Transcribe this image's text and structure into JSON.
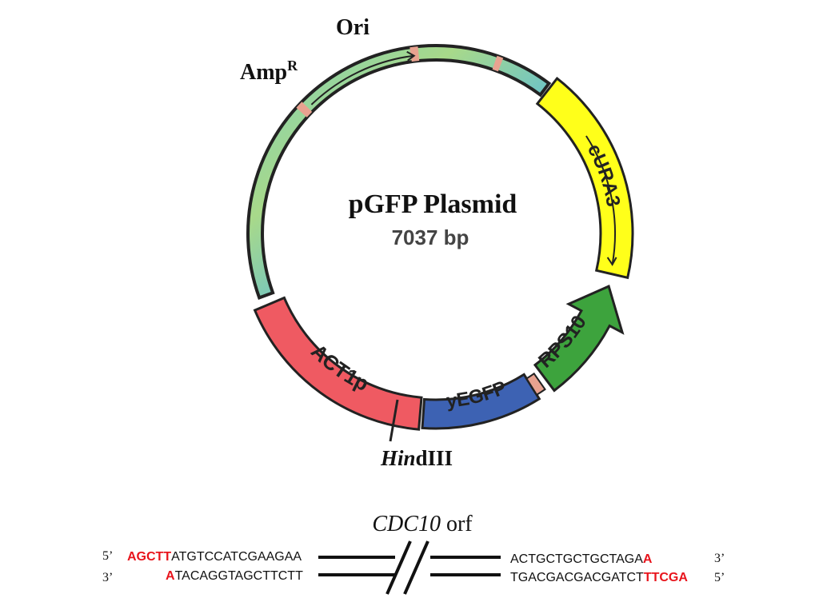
{
  "plasmid": {
    "name": "pGFP Plasmid",
    "size": "7037 bp",
    "labels": {
      "ori": "Ori",
      "amp": "Amp",
      "amp_superscript": "R",
      "hind_italic": "Hin",
      "hind_rest": "dIII"
    },
    "segments": [
      {
        "id": "curA3",
        "label": "cURA3",
        "color": "#ffff1a"
      },
      {
        "id": "rps10",
        "label": "RPS10",
        "color": "#3da33d"
      },
      {
        "id": "yegfp",
        "label": "yEGFP",
        "color": "#3d62b3"
      },
      {
        "id": "act1p",
        "label": "ACT1p",
        "color": "#ef5a62"
      }
    ],
    "backbone_color": "#8fd4b0",
    "pink_accent": "#e8a290"
  },
  "orf": {
    "title_italic": "CDC10",
    "title_rest": " orf",
    "left": {
      "top_end": "5’",
      "bottom_end": "3’",
      "top_highlight": "AGCTT",
      "top_seq": "ATGTCCATCGAAGAA",
      "bottom_highlight": "A",
      "bottom_seq": "TACAGGTAGCTTCTT"
    },
    "right": {
      "top_end": "3’",
      "bottom_end": "5’",
      "top_seq": "ACTGCTGCTGCTAGA",
      "top_highlight": "A",
      "bottom_seq": "TGACGACGACGATCT",
      "bottom_highlight": "TTCGA"
    },
    "highlight_color": "#e8141c"
  }
}
